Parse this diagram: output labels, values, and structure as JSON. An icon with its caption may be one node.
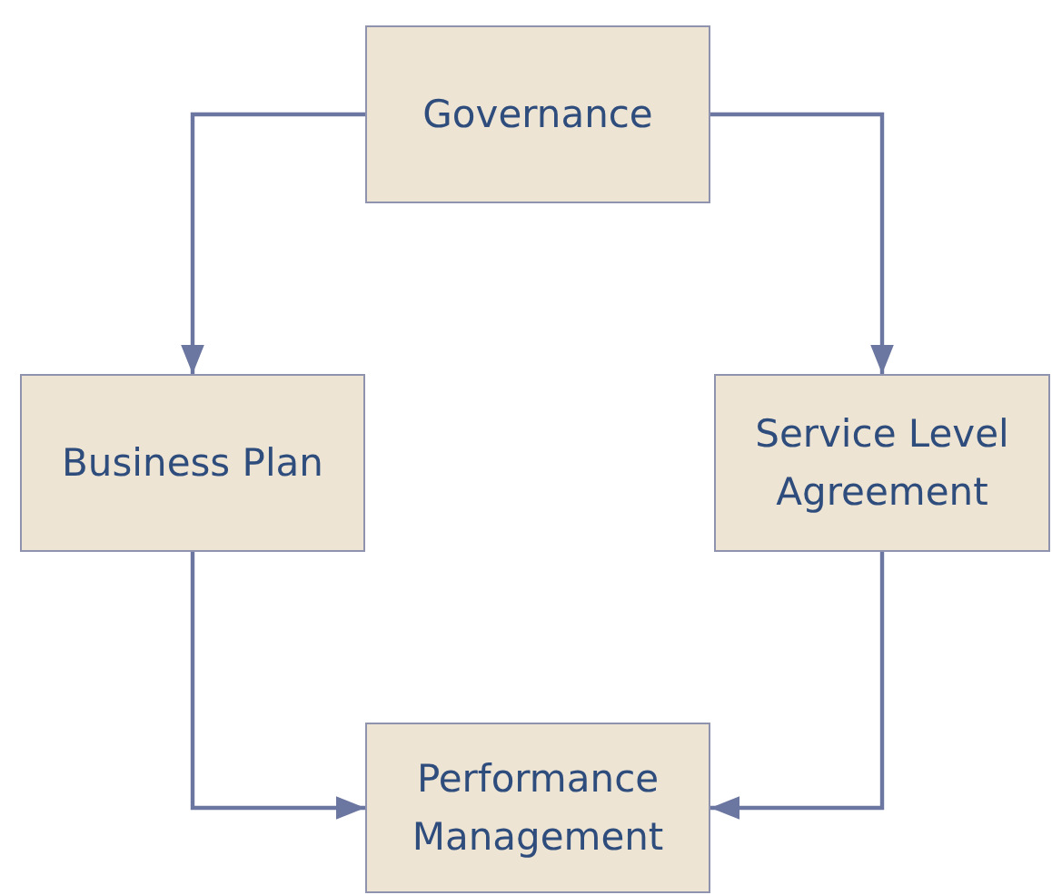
{
  "diagram": {
    "nodes": [
      {
        "text": [
          "Governance"
        ]
      },
      {
        "text": [
          "Business Plan"
        ]
      },
      {
        "text": [
          "Service Level Agreement"
        ]
      },
      {
        "text": [
          "Performance Management"
        ]
      }
    ],
    "edges": [
      {
        "from": 0,
        "to": 1,
        "arrow": "to"
      },
      {
        "from": 0,
        "to": 2,
        "arrow": "to"
      },
      {
        "from": 1,
        "to": 3,
        "arrow": "to"
      },
      {
        "from": 2,
        "to": 3,
        "arrow": "to"
      }
    ]
  }
}
